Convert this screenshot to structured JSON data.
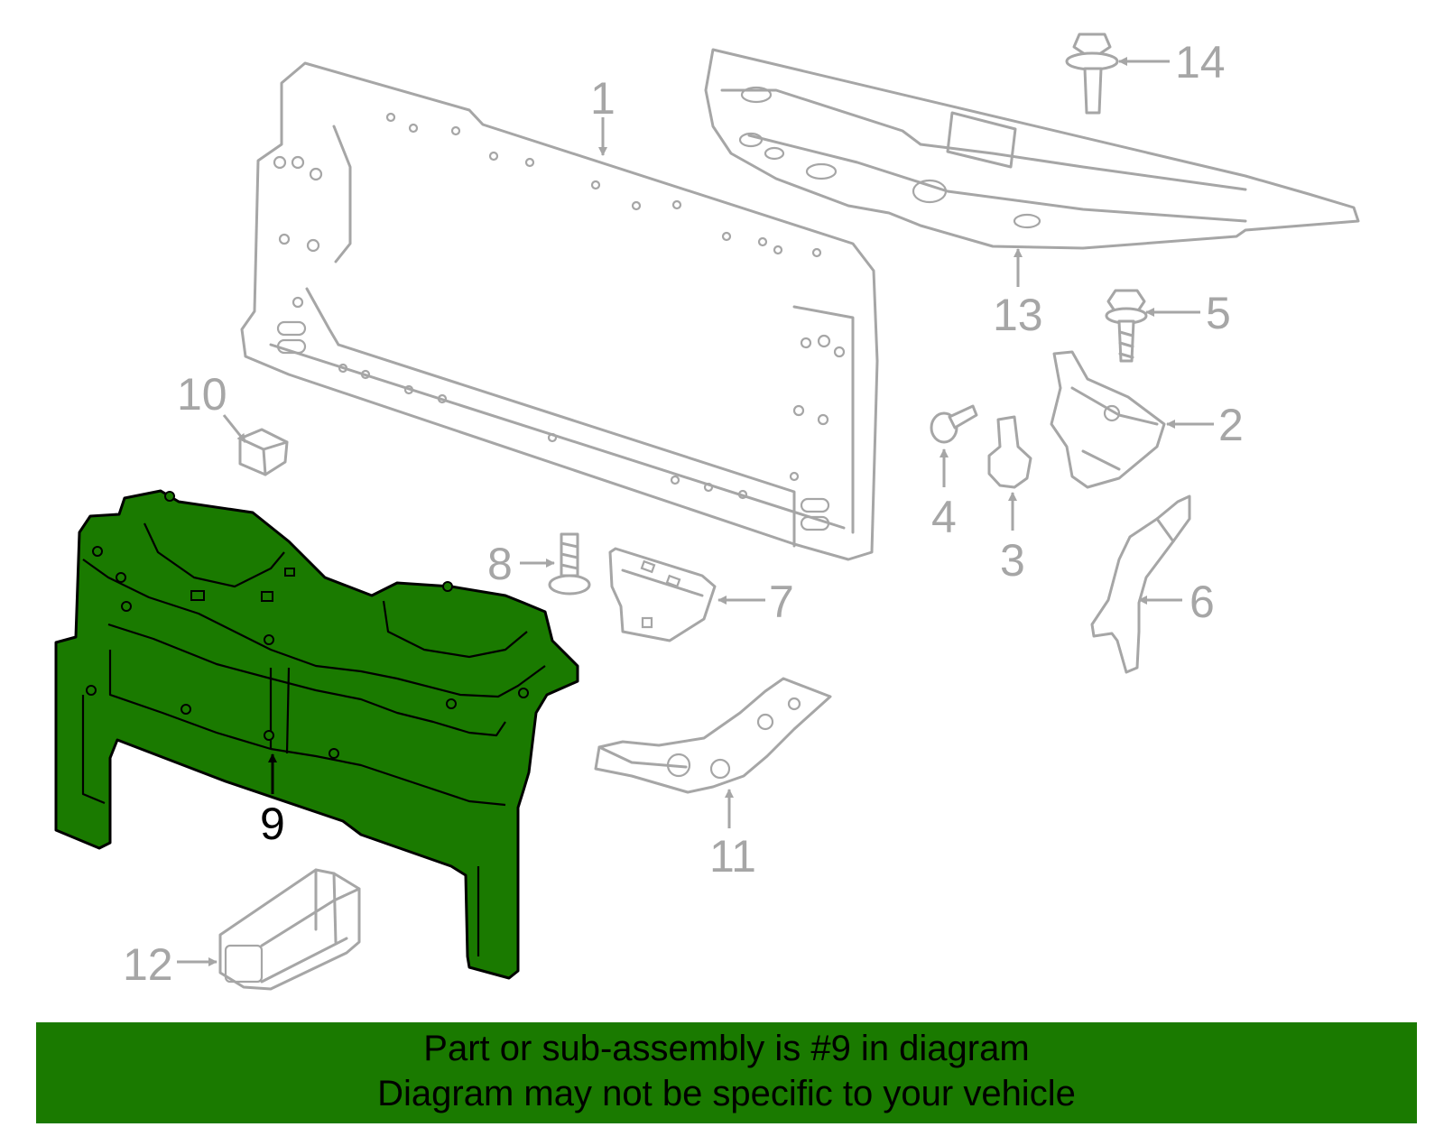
{
  "diagram": {
    "highlight_color": "#1a7a00",
    "line_color": "#a6a6a6",
    "highlighted_part": "9",
    "callouts": [
      "1",
      "2",
      "3",
      "4",
      "5",
      "6",
      "7",
      "8",
      "9",
      "10",
      "11",
      "12",
      "13",
      "14"
    ]
  },
  "banner": {
    "line1": "Part or sub-assembly is #9 in diagram",
    "line2": "Diagram may not be specific to your vehicle",
    "background": "#1a7a00"
  }
}
